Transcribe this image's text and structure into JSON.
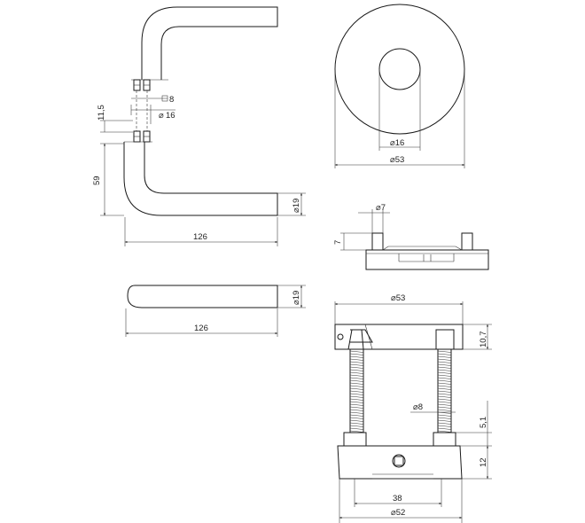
{
  "dimensions": {
    "side_top_square": "8",
    "side_top_dia16": "16",
    "side_gap": "11,5",
    "side_height": "59",
    "side_grip_dia": "19",
    "side_length": "126",
    "rose_front_inner": "16",
    "rose_front_outer": "53",
    "rose_side_pin": "7",
    "rose_side_height": "7",
    "bottom_grip_dia": "19",
    "bottom_length": "126",
    "section_outer": "53",
    "section_top_height": "10,7",
    "section_bolt": "8",
    "section_offset": "5,1",
    "section_base_height": "12",
    "section_inner": "38",
    "section_base_dia": "52"
  },
  "symbols": {
    "diameter": "⌀",
    "square": "□"
  }
}
